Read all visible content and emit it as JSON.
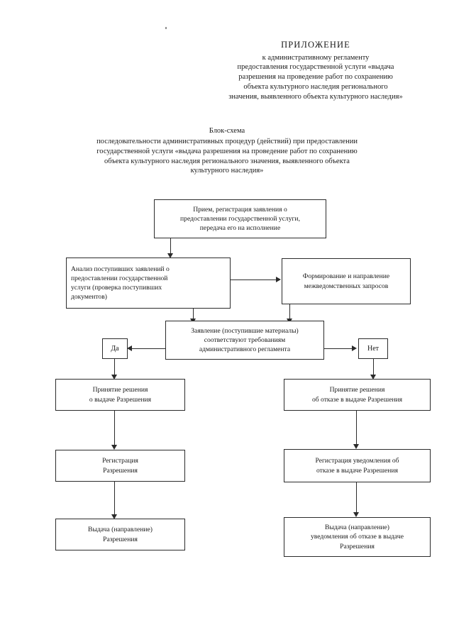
{
  "document": {
    "title_heading": "ПРИЛОЖЕНИЕ",
    "title_lines": [
      "к административному  регламенту",
      "предоставления государственной услуги «выдача",
      "разрешения на проведение работ по сохранению",
      "объекта культурного наследия регионального",
      "значения, выявленного объекта культурного наследия»"
    ],
    "subtitle_heading": "Блок-схема",
    "subtitle_lines": [
      "последовательности административных процедур (действий) при предоставлении",
      "государственной услуги «выдача разрешения на проведение работ по сохранению",
      "объекта культурного наследия регионального значения, выявленного объекта",
      "культурного наследия»"
    ]
  },
  "flowchart": {
    "nodes": {
      "intake": {
        "lines": [
          "Прием, регистрация заявления о",
          "предоставлении государственной услуги,",
          "передача его на исполнение"
        ]
      },
      "analysis": {
        "lines": [
          "Анализ поступивших заявлений о",
          "предоставлении государственной",
          "услуги (проверка поступивших",
          "документов)"
        ]
      },
      "interagency": {
        "lines": [
          "Формирование и направление",
          "межведомственных запросов"
        ]
      },
      "decision": {
        "lines": [
          "Заявление (поступившие материалы)",
          "соответствуют требованиям",
          "административного регламента"
        ]
      },
      "yes": {
        "label": "Да"
      },
      "no": {
        "label": "Нет"
      },
      "decision_grant": {
        "lines": [
          "Принятие решения",
          "о выдаче Разрешения"
        ]
      },
      "decision_refuse": {
        "lines": [
          "Принятие решения",
          "об отказе в выдаче Разрешения"
        ]
      },
      "register_grant": {
        "lines": [
          "Регистрация",
          "Разрешения"
        ]
      },
      "register_refuse": {
        "lines": [
          "Регистрация уведомления об",
          "отказе в выдаче Разрешения"
        ]
      },
      "issue_grant": {
        "lines": [
          "Выдача (направление)",
          "Разрешения"
        ]
      },
      "issue_refuse": {
        "lines": [
          "Выдача (направление)",
          "уведомления об отказе в выдаче",
          "Разрешения"
        ]
      }
    }
  },
  "colors": {
    "page_background": "#ffffff",
    "text": "#1a1a1a",
    "line": "#2b2b2b"
  }
}
